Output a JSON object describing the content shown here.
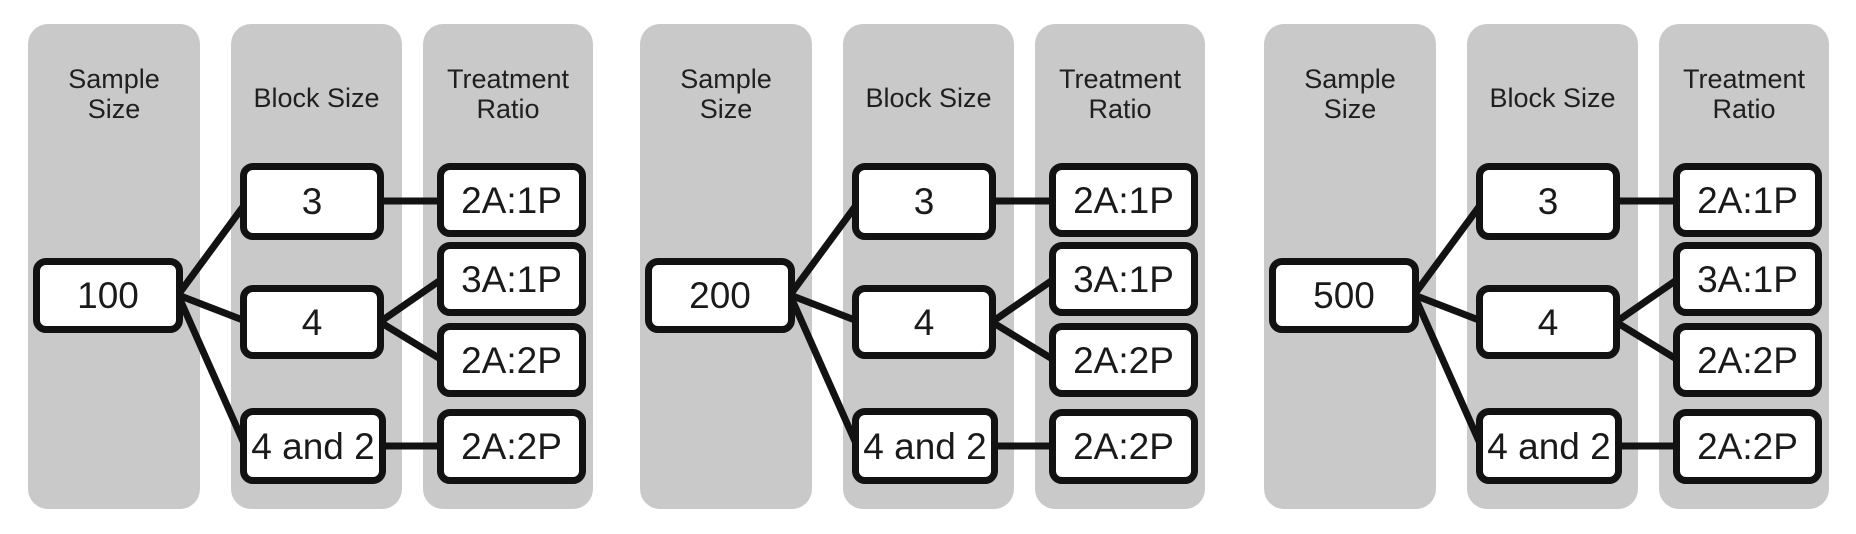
{
  "colors": {
    "column_bg": "#C9C9C9",
    "node_bg": "#FFFFFF",
    "node_border": "#121212",
    "connector": "#121212",
    "text": "#1A1A1A"
  },
  "headers": {
    "sample_line1": "Sample",
    "sample_line2": "Size",
    "block": "Block Size",
    "treatment_line1": "Treatment",
    "treatment_line2": "Ratio"
  },
  "panels": [
    {
      "sample_size": "100",
      "block_sizes": [
        "3",
        "4",
        "4 and 2"
      ],
      "treatment_ratios": [
        "2A:1P",
        "3A:1P",
        "2A:2P",
        "2A:2P"
      ],
      "edges": [
        {
          "from": "100",
          "to": "3"
        },
        {
          "from": "100",
          "to": "4"
        },
        {
          "from": "100",
          "to": "4 and 2"
        },
        {
          "from": "3",
          "to": "2A:1P"
        },
        {
          "from": "4",
          "to": "3A:1P"
        },
        {
          "from": "4",
          "to": "2A:2P"
        },
        {
          "from": "4 and 2",
          "to": "2A:2P"
        }
      ]
    },
    {
      "sample_size": "200",
      "block_sizes": [
        "3",
        "4",
        "4 and 2"
      ],
      "treatment_ratios": [
        "2A:1P",
        "3A:1P",
        "2A:2P",
        "2A:2P"
      ],
      "edges": [
        {
          "from": "200",
          "to": "3"
        },
        {
          "from": "200",
          "to": "4"
        },
        {
          "from": "200",
          "to": "4 and 2"
        },
        {
          "from": "3",
          "to": "2A:1P"
        },
        {
          "from": "4",
          "to": "3A:1P"
        },
        {
          "from": "4",
          "to": "2A:2P"
        },
        {
          "from": "4 and 2",
          "to": "2A:2P"
        }
      ]
    },
    {
      "sample_size": "500",
      "block_sizes": [
        "3",
        "4",
        "4 and 2"
      ],
      "treatment_ratios": [
        "2A:1P",
        "3A:1P",
        "2A:2P",
        "2A:2P"
      ],
      "edges": [
        {
          "from": "500",
          "to": "3"
        },
        {
          "from": "500",
          "to": "4"
        },
        {
          "from": "500",
          "to": "4 and 2"
        },
        {
          "from": "3",
          "to": "2A:1P"
        },
        {
          "from": "4",
          "to": "3A:1P"
        },
        {
          "from": "4",
          "to": "2A:2P"
        },
        {
          "from": "4 and 2",
          "to": "2A:2P"
        }
      ]
    }
  ]
}
